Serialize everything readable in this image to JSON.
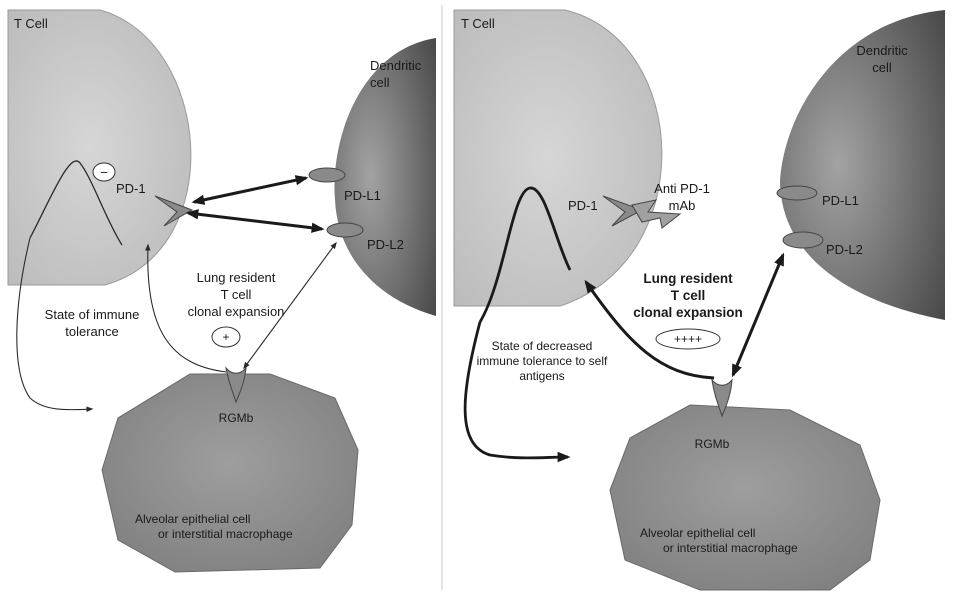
{
  "left_panel": {
    "t_cell": "T Cell",
    "dendritic_cell": "Dendritic\ncell",
    "pd1": "PD-1",
    "pdl1": "PD-L1",
    "pdl2": "PD-L2",
    "rgmb": "RGMb",
    "minus_sign": "−",
    "plus_sign": "+",
    "expansion": "Lung resident\nT cell\nclonal expansion",
    "tolerance": "State of immune\ntolerance",
    "target_cell": "Alveolar epithelial cell\nor interstitial macrophage"
  },
  "right_panel": {
    "t_cell": "T Cell",
    "dendritic_cell": "Dendritic\ncell",
    "pd1": "PD-1",
    "anti_pd1": "Anti PD-1\nmAb",
    "pdl1": "PD-L1",
    "pdl2": "PD-L2",
    "rgmb": "RGMb",
    "plus_signs": "++++",
    "expansion": "Lung resident\nT cell\nclonal expansion",
    "tolerance": "State of decreased\nimmune tolerance to self\nantigens",
    "target_cell": "Alveolar epithelial cell\nor interstitial macrophage"
  },
  "colors": {
    "t_cell_fill": "#c9c9c9",
    "dendritic_fill": "#7a7a7a",
    "target_fill": "#8c8c8c",
    "receptor_fill": "#8a8a8a",
    "line": "#2a2a2a"
  }
}
